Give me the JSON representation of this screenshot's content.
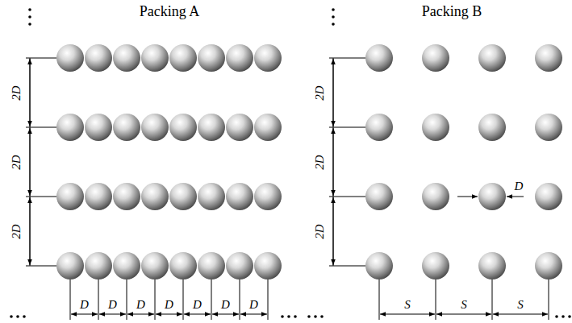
{
  "diagram": {
    "labels": [
      "Packing A",
      "2D",
      "2D",
      "2D",
      "D",
      "D",
      "D",
      "D",
      "D",
      "D",
      "D",
      "Packing B",
      "2D",
      "2D",
      "2D",
      "D",
      "S",
      "S",
      "S"
    ]
  }
}
